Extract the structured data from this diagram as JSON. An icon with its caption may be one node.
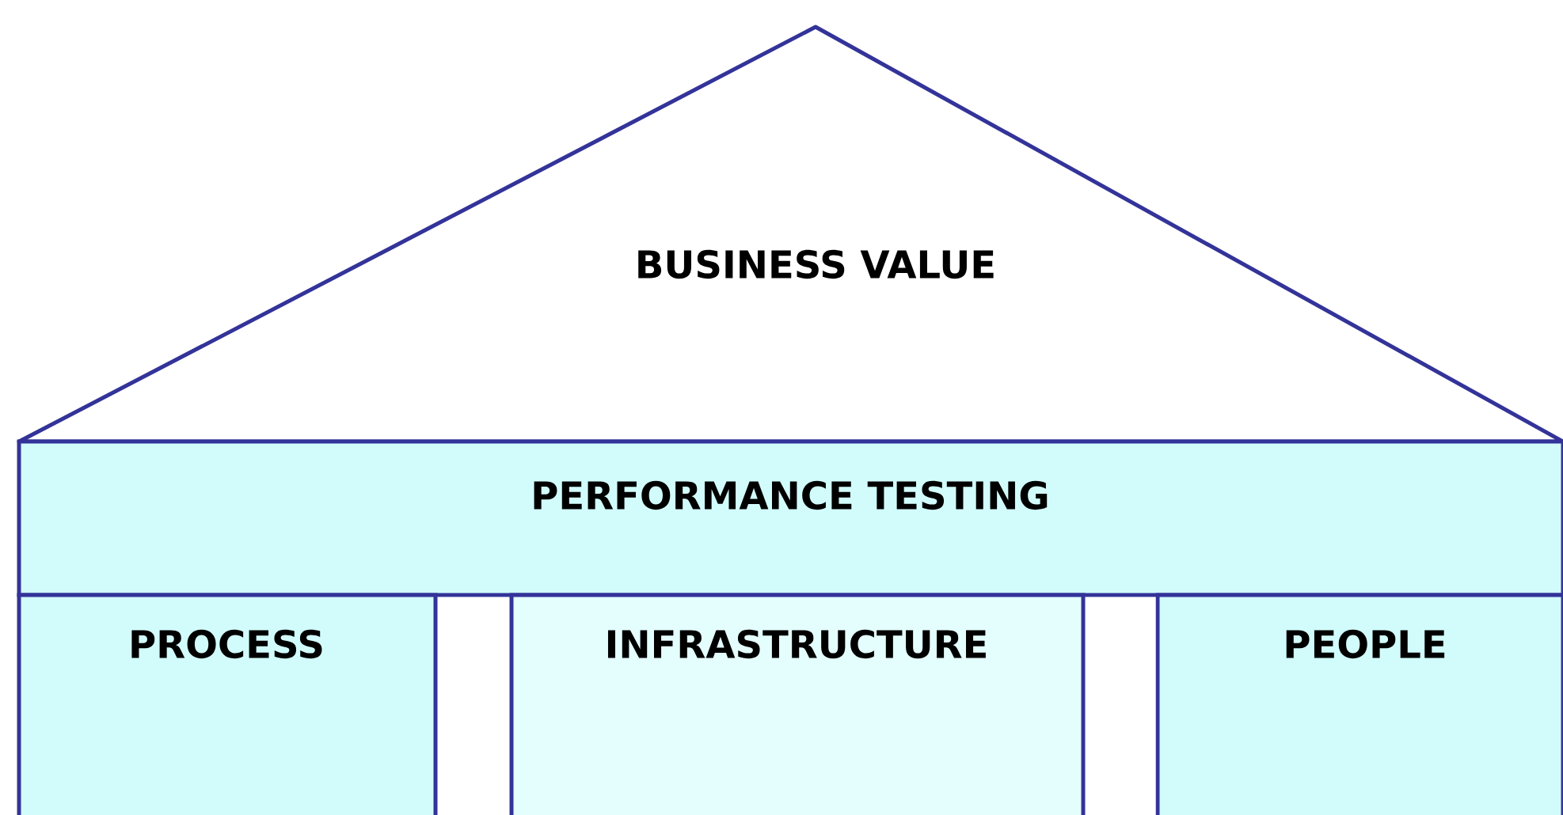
{
  "diagram": {
    "nodes": [
      {
        "text": [
          "BUSINESS VALUE"
        ]
      },
      {
        "text": [
          "PERFORMANCE TESTING"
        ]
      },
      {
        "text": [
          "PROCESS"
        ]
      },
      {
        "text": [
          "INFRASTRUCTURE"
        ]
      },
      {
        "text": [
          "PEOPLE"
        ]
      }
    ]
  }
}
